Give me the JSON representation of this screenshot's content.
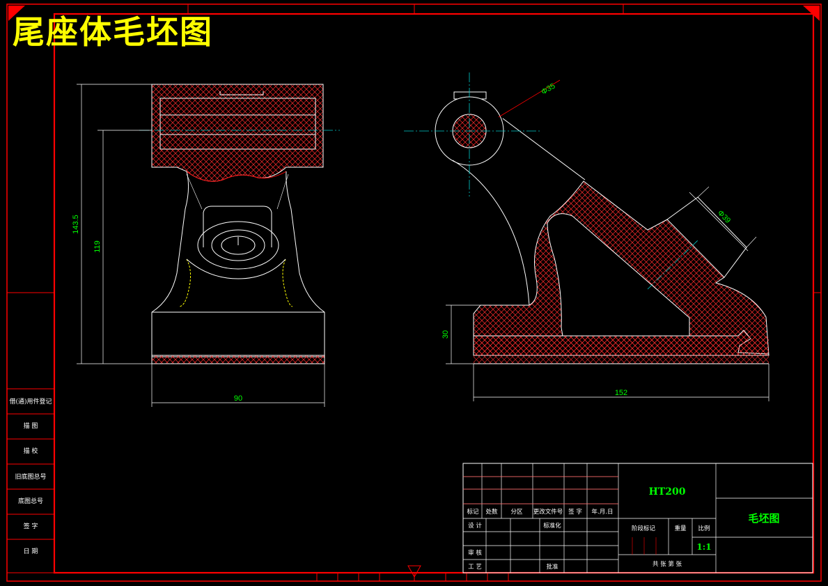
{
  "drawing_title": "尾座体毛坯图",
  "dimensions": {
    "front_height_total": "143.5",
    "front_height_center": "119",
    "front_width": "90",
    "side_length": "152",
    "side_base_height": "30",
    "bore_diameter": "Φ35",
    "boss_diameter": "Φ39"
  },
  "side_table": {
    "rows": [
      "借(通)用件登记",
      "描  图",
      "描  校",
      "旧底图总号",
      "底图总号",
      "签  字",
      "日  期"
    ]
  },
  "title_block": {
    "material": "HT200",
    "drawing_name": "毛坯图",
    "scale": "1:1",
    "headers": [
      "标记",
      "处数",
      "分区",
      "更改文件号",
      "签 字",
      "年.月.日"
    ],
    "roles": [
      "设 计",
      "标准化",
      "审 核",
      "工 艺",
      "批准"
    ],
    "stage_label": "阶段标记",
    "weight_label": "重量",
    "scale_label": "比例",
    "sheet_label": "共    张  第    张"
  },
  "colors": {
    "frame": "#ff0000",
    "outline": "#ffffff",
    "hatch": "#ff2b2b",
    "dimension": "#00ff00",
    "centerline": "#00cccc",
    "title": "#ffff00"
  }
}
